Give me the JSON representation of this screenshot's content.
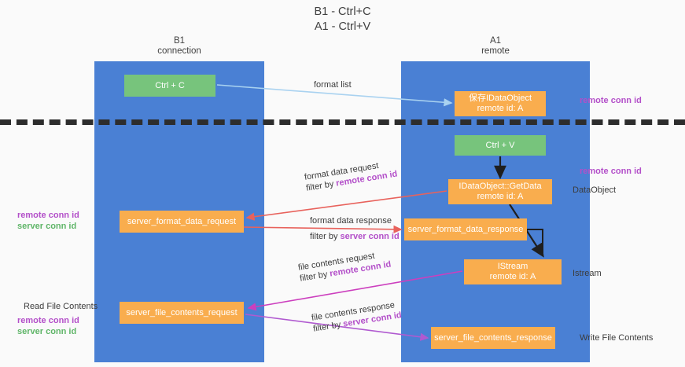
{
  "title": {
    "line1": "B1 - Ctrl+C",
    "line2": "A1 - Ctrl+V"
  },
  "columns": [
    {
      "id": "b1",
      "name": "B1",
      "role": "connection"
    },
    {
      "id": "a1",
      "name": "A1",
      "role": "remote"
    }
  ],
  "nodes": {
    "ctrl_c": {
      "label": "Ctrl + C",
      "color": "#77c47c"
    },
    "data_object": {
      "line1": "保存IDataObject",
      "line2": "remote id: A",
      "color": "#f9ad4e"
    },
    "ctrl_v": {
      "label": "Ctrl + V",
      "color": "#77c47c"
    },
    "get_data": {
      "line1": "IDataObject::GetData",
      "line2": "remote id: A",
      "color": "#f9ad4e"
    },
    "server_format_data_request": {
      "label": "server_format_data_request",
      "color": "#f9ad4e"
    },
    "server_format_data_response": {
      "label": "server_format_data_response",
      "color": "#f9ad4e"
    },
    "istream": {
      "line1": "IStream",
      "line2": "remote id: A",
      "color": "#f9ad4e"
    },
    "server_file_contents_request": {
      "label": "server_file_contents_request",
      "color": "#f9ad4e"
    },
    "server_file_contents_response": {
      "label": "server_file_contents_response",
      "color": "#f9ad4e"
    }
  },
  "edge_labels": {
    "format_list": "format list",
    "format_data_request": {
      "line1": "format data request",
      "prefix": "filter by ",
      "key": "remote conn id"
    },
    "format_data_response": {
      "line1": "format data response",
      "prefix": "filter by ",
      "key": "server conn id"
    },
    "file_contents_request": {
      "line1": "file contents request",
      "prefix": "filter by ",
      "key": "remote conn id"
    },
    "file_contents_response": {
      "line1": "file contents response",
      "prefix": "filter by ",
      "key": "server conn id"
    }
  },
  "annotations": {
    "remote_conn_id_top": "remote conn id",
    "remote_conn_id_mid": "remote conn id",
    "data_object": "DataObject",
    "istream": "Istream",
    "write_file_contents": "Write File Contents",
    "read_file_contents": "Read File Contents"
  },
  "legend": {
    "middle": {
      "remote": "remote conn id",
      "server": "server conn id"
    },
    "bottom": {
      "remote": "remote conn id",
      "server": "server conn id"
    }
  },
  "colors": {
    "column": "#4a80d4",
    "node_orange": "#f9ad4e",
    "node_green": "#77c47c",
    "key_purple": "#b34fc9",
    "key_green": "#5fb568",
    "arrow_light_blue": "#a9d2f0",
    "arrow_red": "#e8625c",
    "arrow_magenta": "#cc3fbe",
    "arrow_purple": "#b05ad0",
    "arrow_black": "#1f1f1f",
    "divider": "#2d2d2d",
    "background": "#fafafa"
  }
}
